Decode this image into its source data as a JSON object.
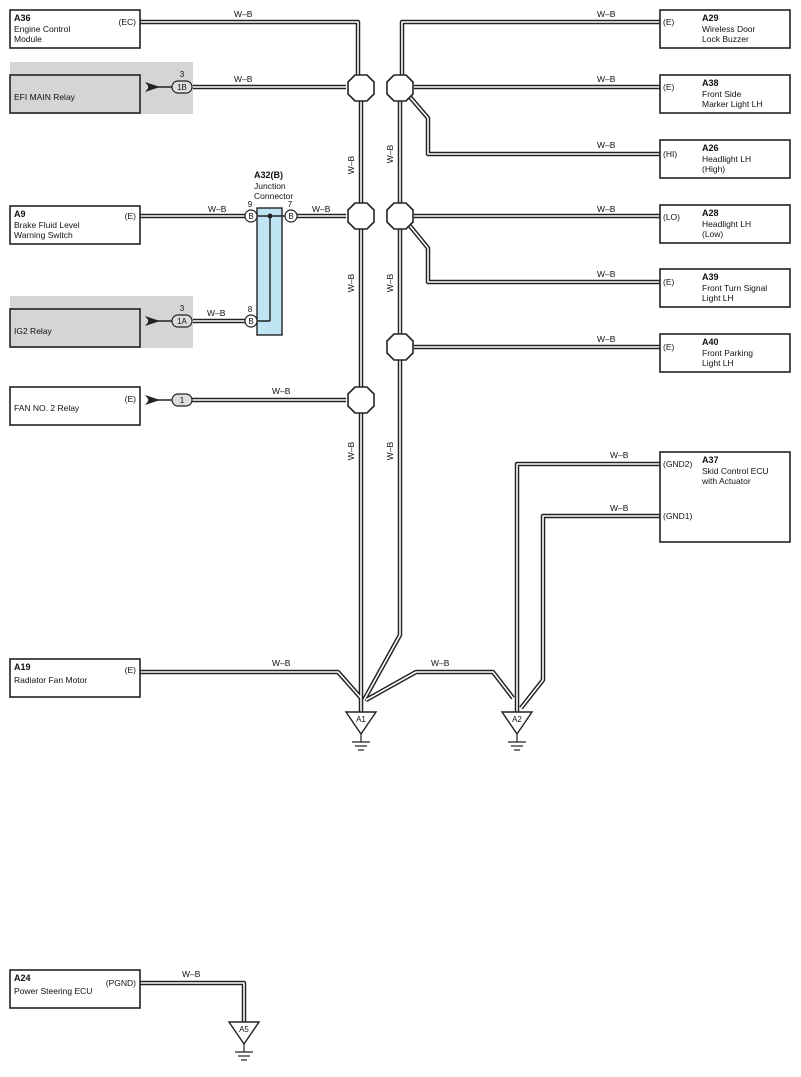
{
  "wire_color": "W–B",
  "components": {
    "a36": {
      "code": "A36",
      "name": [
        "Engine Control",
        "Module"
      ],
      "pin": "(EC)"
    },
    "a29": {
      "code": "A29",
      "name": [
        "Wireless Door",
        "Lock Buzzer"
      ],
      "pin": "(E)"
    },
    "efi_main_relay": {
      "name": "EFI MAIN Relay",
      "conn_pin": "3",
      "conn": "1B"
    },
    "a38": {
      "code": "A38",
      "name": [
        "Front Side",
        "Marker Light LH"
      ],
      "pin": "(E)"
    },
    "a26": {
      "code": "A26",
      "name": [
        "Headlight LH",
        "(High)"
      ],
      "pin": "(HI)"
    },
    "a32": {
      "code": "A32(B)",
      "name": [
        "Junction",
        "Connector"
      ],
      "pin_left": "9",
      "pin_right": "7",
      "pin_bottom": "8",
      "conn_label": "B"
    },
    "a9": {
      "code": "A9",
      "name": [
        "Brake Fluid Level",
        "Warning Switch"
      ],
      "pin": "(E)"
    },
    "a28": {
      "code": "A28",
      "name": [
        "Headlight LH",
        "(Low)"
      ],
      "pin": "(LO)"
    },
    "a39": {
      "code": "A39",
      "name": [
        "Front Turn Signal",
        "Light LH"
      ],
      "pin": "(E)"
    },
    "ig2_relay": {
      "name": "IG2 Relay",
      "conn_pin": "3",
      "conn": "1A"
    },
    "a40": {
      "code": "A40",
      "name": [
        "Front Parking",
        "Light LH"
      ],
      "pin": "(E)"
    },
    "fan_no2_relay": {
      "name": "FAN NO. 2 Relay",
      "pin": "(E)",
      "conn": "1"
    },
    "a37": {
      "code": "A37",
      "name": [
        "Skid Control ECU",
        "with Actuator"
      ],
      "pin_gnd2": "(GND2)",
      "pin_gnd1": "(GND1)"
    },
    "a19": {
      "code": "A19",
      "name": [
        "Radiator Fan Motor"
      ],
      "pin": "(E)"
    },
    "a24": {
      "code": "A24",
      "name": [
        "Power Steering ECU"
      ],
      "pin": "(PGND)"
    }
  },
  "grounds": {
    "a1": "A1",
    "a2": "A2",
    "a5": "A5"
  }
}
